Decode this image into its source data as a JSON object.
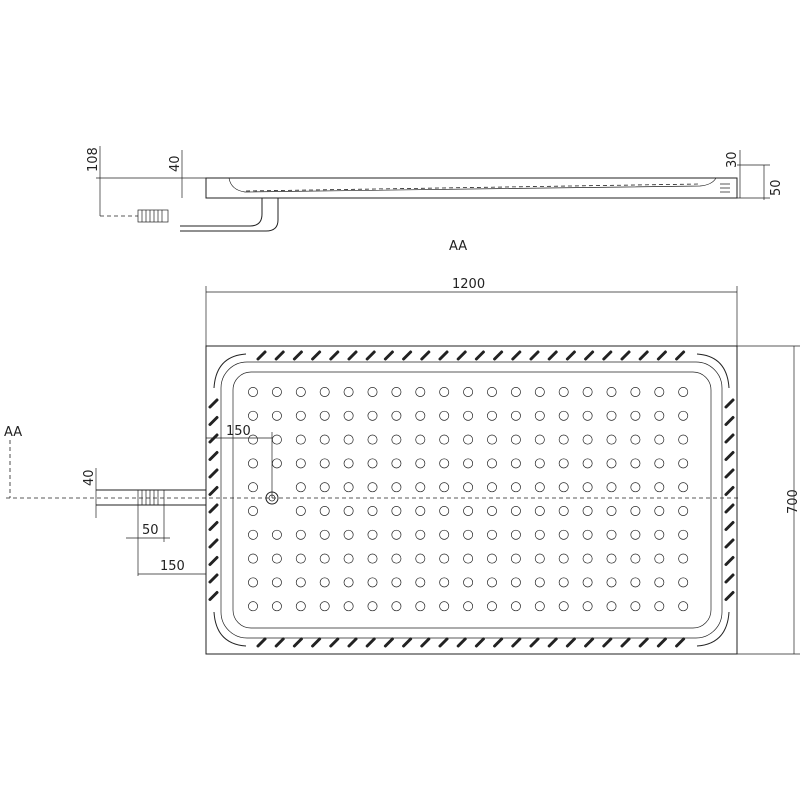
{
  "section_view": {
    "label": "AA",
    "dimensions": {
      "total_height": "108",
      "waste_height": "40",
      "rim_height": "30",
      "tray_height": "50"
    }
  },
  "plan_view": {
    "dimensions": {
      "width": "1200",
      "depth": "700",
      "waste_offset_y": "150",
      "waste_pipe_height": "40",
      "waste_pipe_length": "50",
      "waste_offset_x": "150"
    },
    "section_marker": "AA",
    "dot_grid": {
      "columns": 19,
      "rows": 10
    }
  }
}
